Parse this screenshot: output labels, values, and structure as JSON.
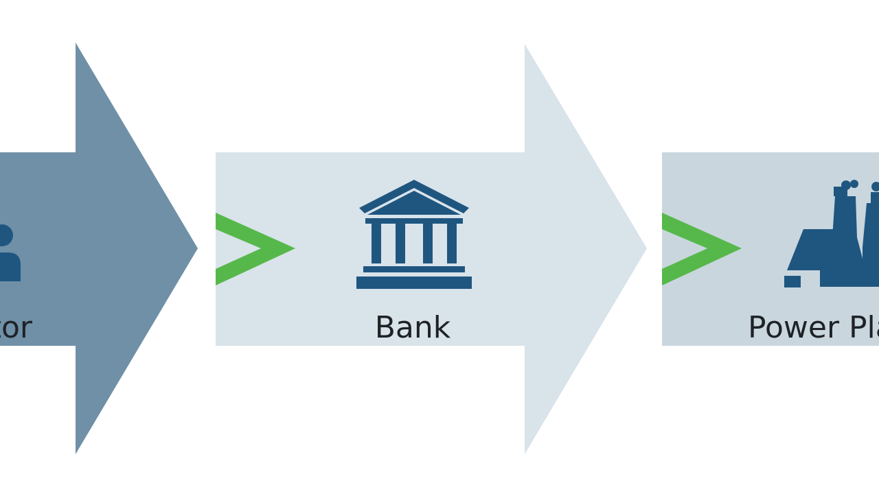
{
  "diagram": {
    "steps": [
      {
        "id": "investor",
        "label": "Investor",
        "icon": "person-icon"
      },
      {
        "id": "bank",
        "label": "Bank",
        "icon": "bank-building-icon"
      },
      {
        "id": "plant",
        "label": "Power Plant",
        "icon": "power-plant-icon"
      }
    ],
    "connectors": [
      {
        "from": "investor",
        "to": "bank",
        "icon": "chevron-right-icon"
      },
      {
        "from": "bank",
        "to": "plant",
        "icon": "chevron-right-icon"
      }
    ],
    "colors": {
      "investor_arrow": "#6f90a7",
      "bank_arrow": "#d9e3ea",
      "plant_box": "#c9d6de",
      "icon": "#1f5680",
      "connector_chevron": "#56b84a",
      "label_text": "#1e2227"
    }
  }
}
